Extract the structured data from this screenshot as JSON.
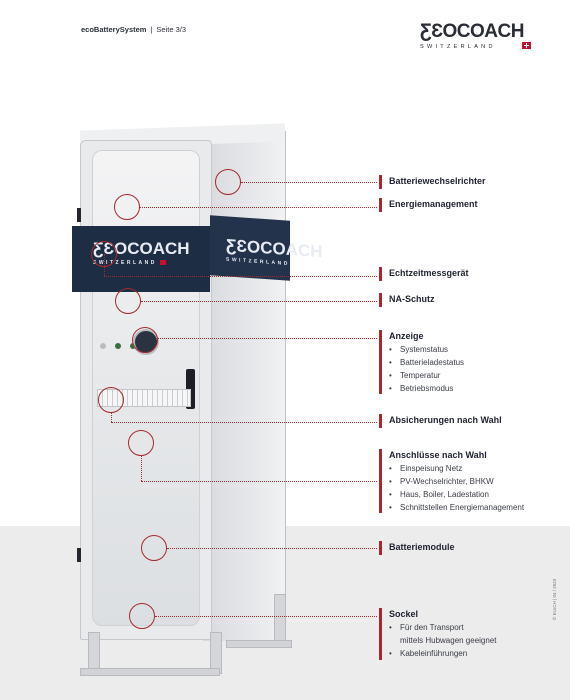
{
  "header": {
    "product": "ecoBatterySystem",
    "separator": "|",
    "page": "Seite 3/3"
  },
  "logo": {
    "word": "ƸƐOCOACH",
    "tagline": "SWITZERLAND"
  },
  "cabinet_logo": {
    "word": "ƸƐOCOACH",
    "tagline": "SWITZERLAND"
  },
  "labels": [
    {
      "title": "Batteriewechselrichter"
    },
    {
      "title": "Energiemanagement"
    },
    {
      "title": "Echtzeitmessgerät"
    },
    {
      "title": "NA-Schutz"
    },
    {
      "title": "Anzeige",
      "items": [
        "Systemstatus",
        "Batterieladestatus",
        "Temperatur",
        "Betriebsmodus"
      ]
    },
    {
      "title": "Absicherungen nach Wahl"
    },
    {
      "title": "Anschlüsse nach Wahl",
      "items": [
        "Einspeisung Netz",
        "PV-Wechselrichter, BHKW",
        "Haus, Boiler, Ladestation",
        "Schnittstellen Energiemanagement"
      ]
    },
    {
      "title": "Batteriemodule"
    },
    {
      "title": "Sockel",
      "items": [
        "Für den Transport",
        "mittels Hubwagen geeignet",
        "Kabeleinführungen"
      ]
    }
  ],
  "copyright": "© EcoCH | 04 / 2023",
  "colors": {
    "accent": "#a52a2e",
    "band": "#1d2d44",
    "text": "#1e2230"
  }
}
